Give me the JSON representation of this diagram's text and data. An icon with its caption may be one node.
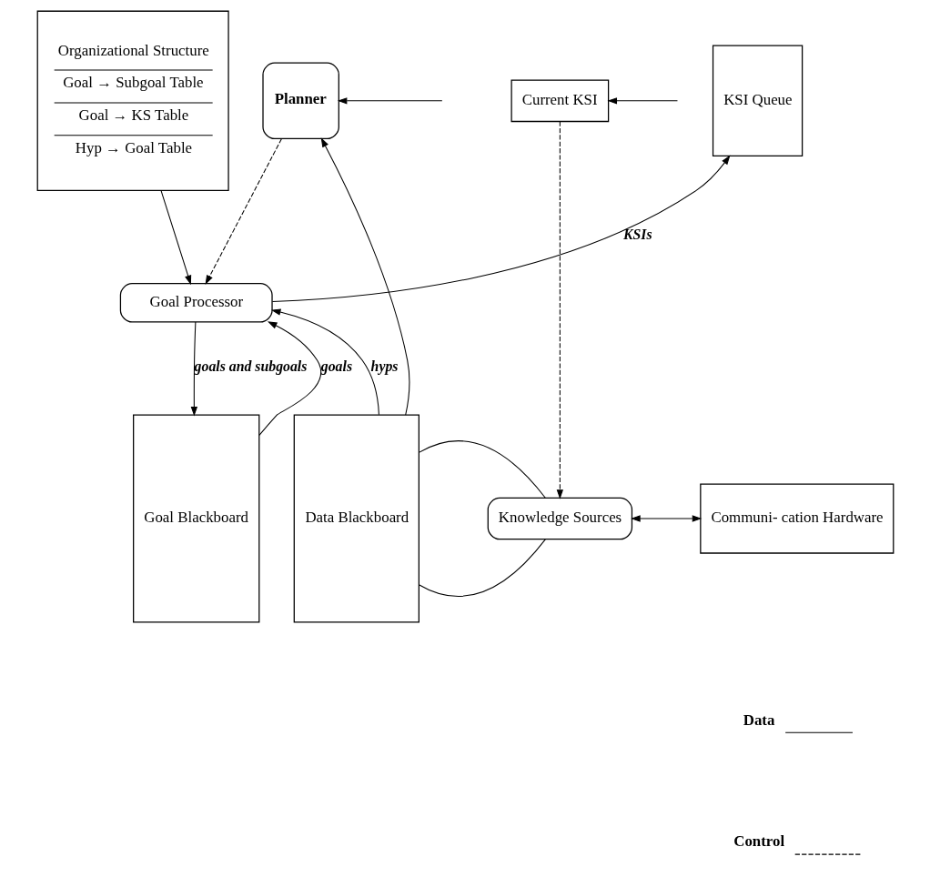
{
  "diagram": {
    "nodes": [
      {
        "text": [
          "Organizational Structure",
          "Goal → Subgoal Table",
          "Goal → KS Table",
          "Hyp → Goal Table"
        ]
      },
      {
        "text": [
          "KSI Queue"
        ]
      },
      {
        "text": [
          "Planner"
        ]
      },
      {
        "text": [
          "Current KSI"
        ]
      },
      {
        "text": [
          "Goal Processor"
        ]
      },
      {
        "text": [
          "Goal Blackboard"
        ]
      },
      {
        "text": [
          "Data Blackboard"
        ]
      },
      {
        "text": [
          "Knowledge Sources"
        ]
      },
      {
        "text": [
          "Communi- cation Hardware"
        ]
      }
    ],
    "edges": [
      {
        "from": 0,
        "to": 4,
        "arrow": "to"
      },
      {
        "from": 4,
        "to": 1,
        "arrow": "to",
        "label": "KSIs"
      },
      {
        "from": 2,
        "to": 4,
        "arrow": "to",
        "style": "dashed"
      },
      {
        "from": null,
        "to": 2,
        "arrow": "to"
      },
      {
        "from": null,
        "to": 3,
        "arrow": "to"
      },
      {
        "from": 5,
        "to": 4,
        "arrow": "to",
        "label": "goals"
      },
      {
        "from": 4,
        "to": 5,
        "arrow": "to",
        "label": "goals and subgoals"
      },
      {
        "from": 6,
        "to": 2,
        "arrow": "to"
      },
      {
        "from": 6,
        "to": 4,
        "arrow": "to",
        "label": "hyps"
      },
      {
        "from": 3,
        "to": 7,
        "arrow": "to",
        "style": "dashed"
      },
      {
        "from": 7,
        "to": 8,
        "arrow": "both"
      },
      {
        "from": 6,
        "to": 7,
        "arrow": "none"
      },
      {
        "from": 6,
        "to": 7,
        "arrow": "none"
      }
    ],
    "legend": [
      {
        "text": "Data"
      },
      {
        "text": "Control"
      }
    ]
  }
}
